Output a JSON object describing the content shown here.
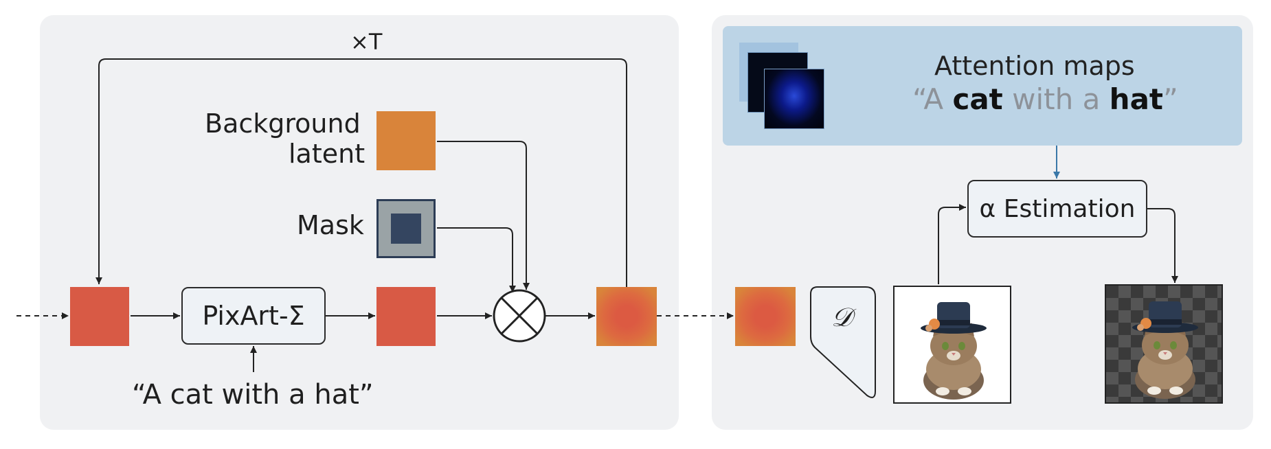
{
  "left_panel": {
    "repeat_label": "×T",
    "background_latent_label_line1": "Background",
    "background_latent_label_line2": "latent",
    "mask_label": "Mask",
    "model_label": "PixArt-Σ",
    "prompt_label": "“A cat with a hat”"
  },
  "right_panel": {
    "attention_title": "Attention maps",
    "attention_prompt": {
      "open_quote_a": "“A ",
      "word_cat": "cat",
      "middle": " with a ",
      "word_hat": "hat",
      "close_quote": "”"
    },
    "decoder_label": "𝒟",
    "alpha_label": "α Estimation"
  },
  "colors": {
    "panel_bg": "#f0f1f3",
    "latent_red": "#d85a45",
    "background_orange": "#d9843a",
    "mask_outer": "#9aa3a6",
    "mask_inner": "#344560",
    "attention_bg": "#bcd4e6",
    "arrow_blue": "#3a78a8"
  }
}
